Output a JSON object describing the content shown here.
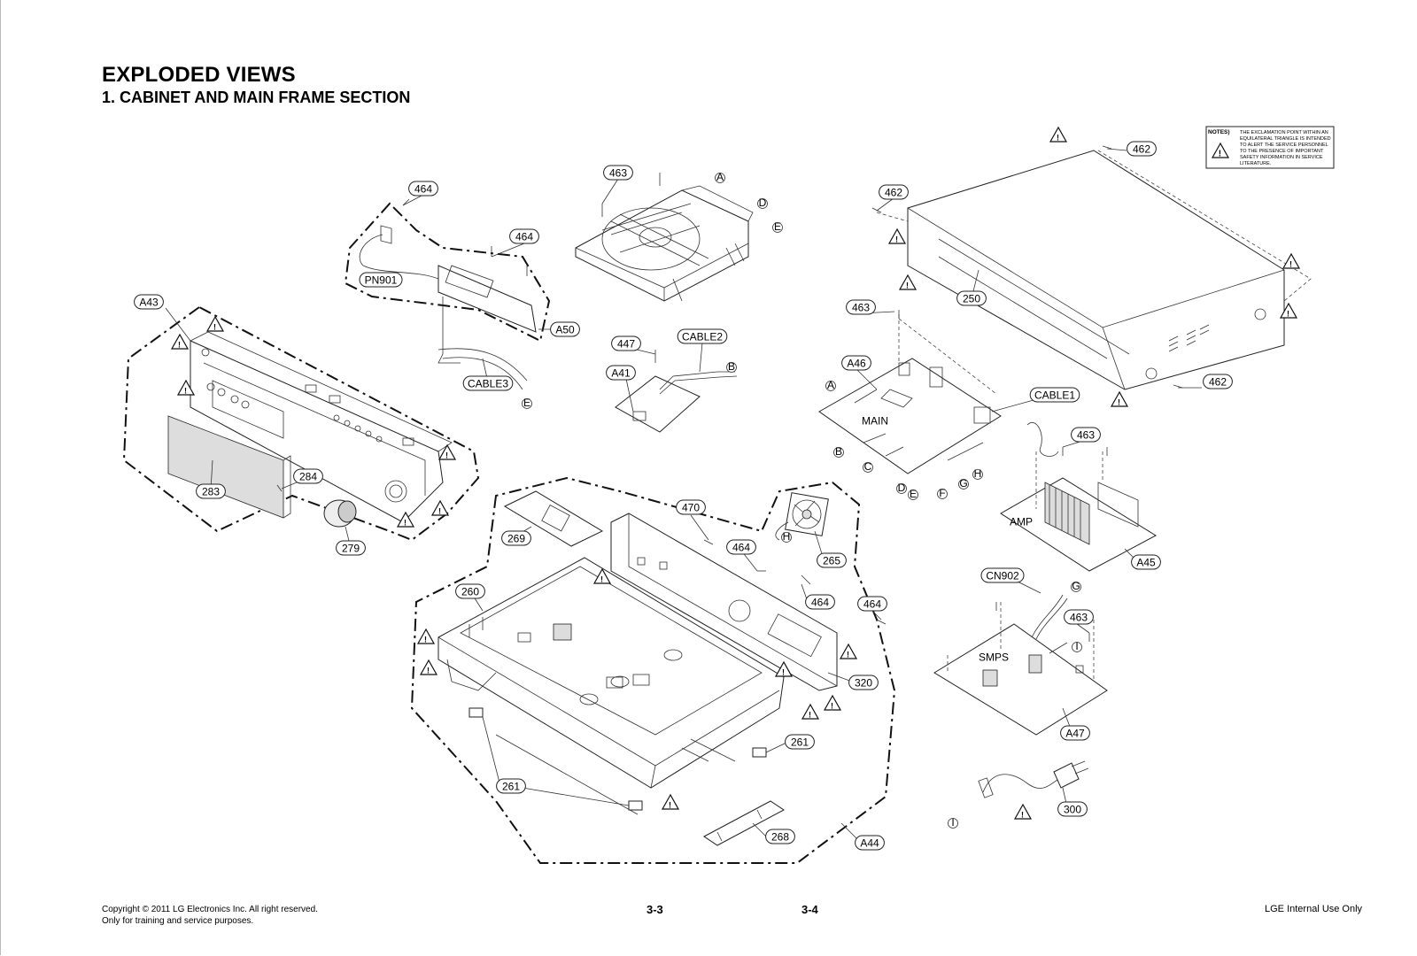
{
  "header": {
    "title": "EXPLODED VIEWS",
    "subtitle": "1. CABINET AND MAIN FRAME SECTION"
  },
  "notes": {
    "label": "NOTES)",
    "lines": [
      "THE EXCLAMATION POINT WITHIN AN",
      "EQUILATERAL TRIANGLE IS INTENDED",
      "TO ALERT THE SERVICE PERSONNEL",
      "TO THE PRESENCE OF IMPORTANT",
      "SAFETY INFORMATION IN SERVICE",
      "LITERATURE."
    ]
  },
  "part_labels": [
    "464",
    "464",
    "PN901",
    "A50",
    "463",
    "A43",
    "447",
    "CABLE2",
    "A41",
    "CABLE3",
    "283",
    "284",
    "279",
    "462",
    "462",
    "250",
    "463",
    "A46",
    "CABLE1",
    "462",
    "463",
    "AMP",
    "A45",
    "MAIN",
    "269",
    "470",
    "260",
    "464",
    "265",
    "464",
    "464",
    "320",
    "261",
    "261",
    "268",
    "A44",
    "CN902",
    "463",
    "SMPS",
    "A47",
    "300"
  ],
  "connector_letters": [
    "A",
    "D",
    "E",
    "B",
    "E",
    "A",
    "B",
    "C",
    "D",
    "E",
    "F",
    "G",
    "H",
    "H",
    "G",
    "I",
    "I"
  ],
  "footer": {
    "copyright_line1": "Copyright © 2011 LG Electronics Inc. All right reserved.",
    "copyright_line2": "Only for training and service purposes.",
    "page_left": "3-3",
    "page_right": "3-4",
    "internal": "LGE Internal Use Only"
  }
}
